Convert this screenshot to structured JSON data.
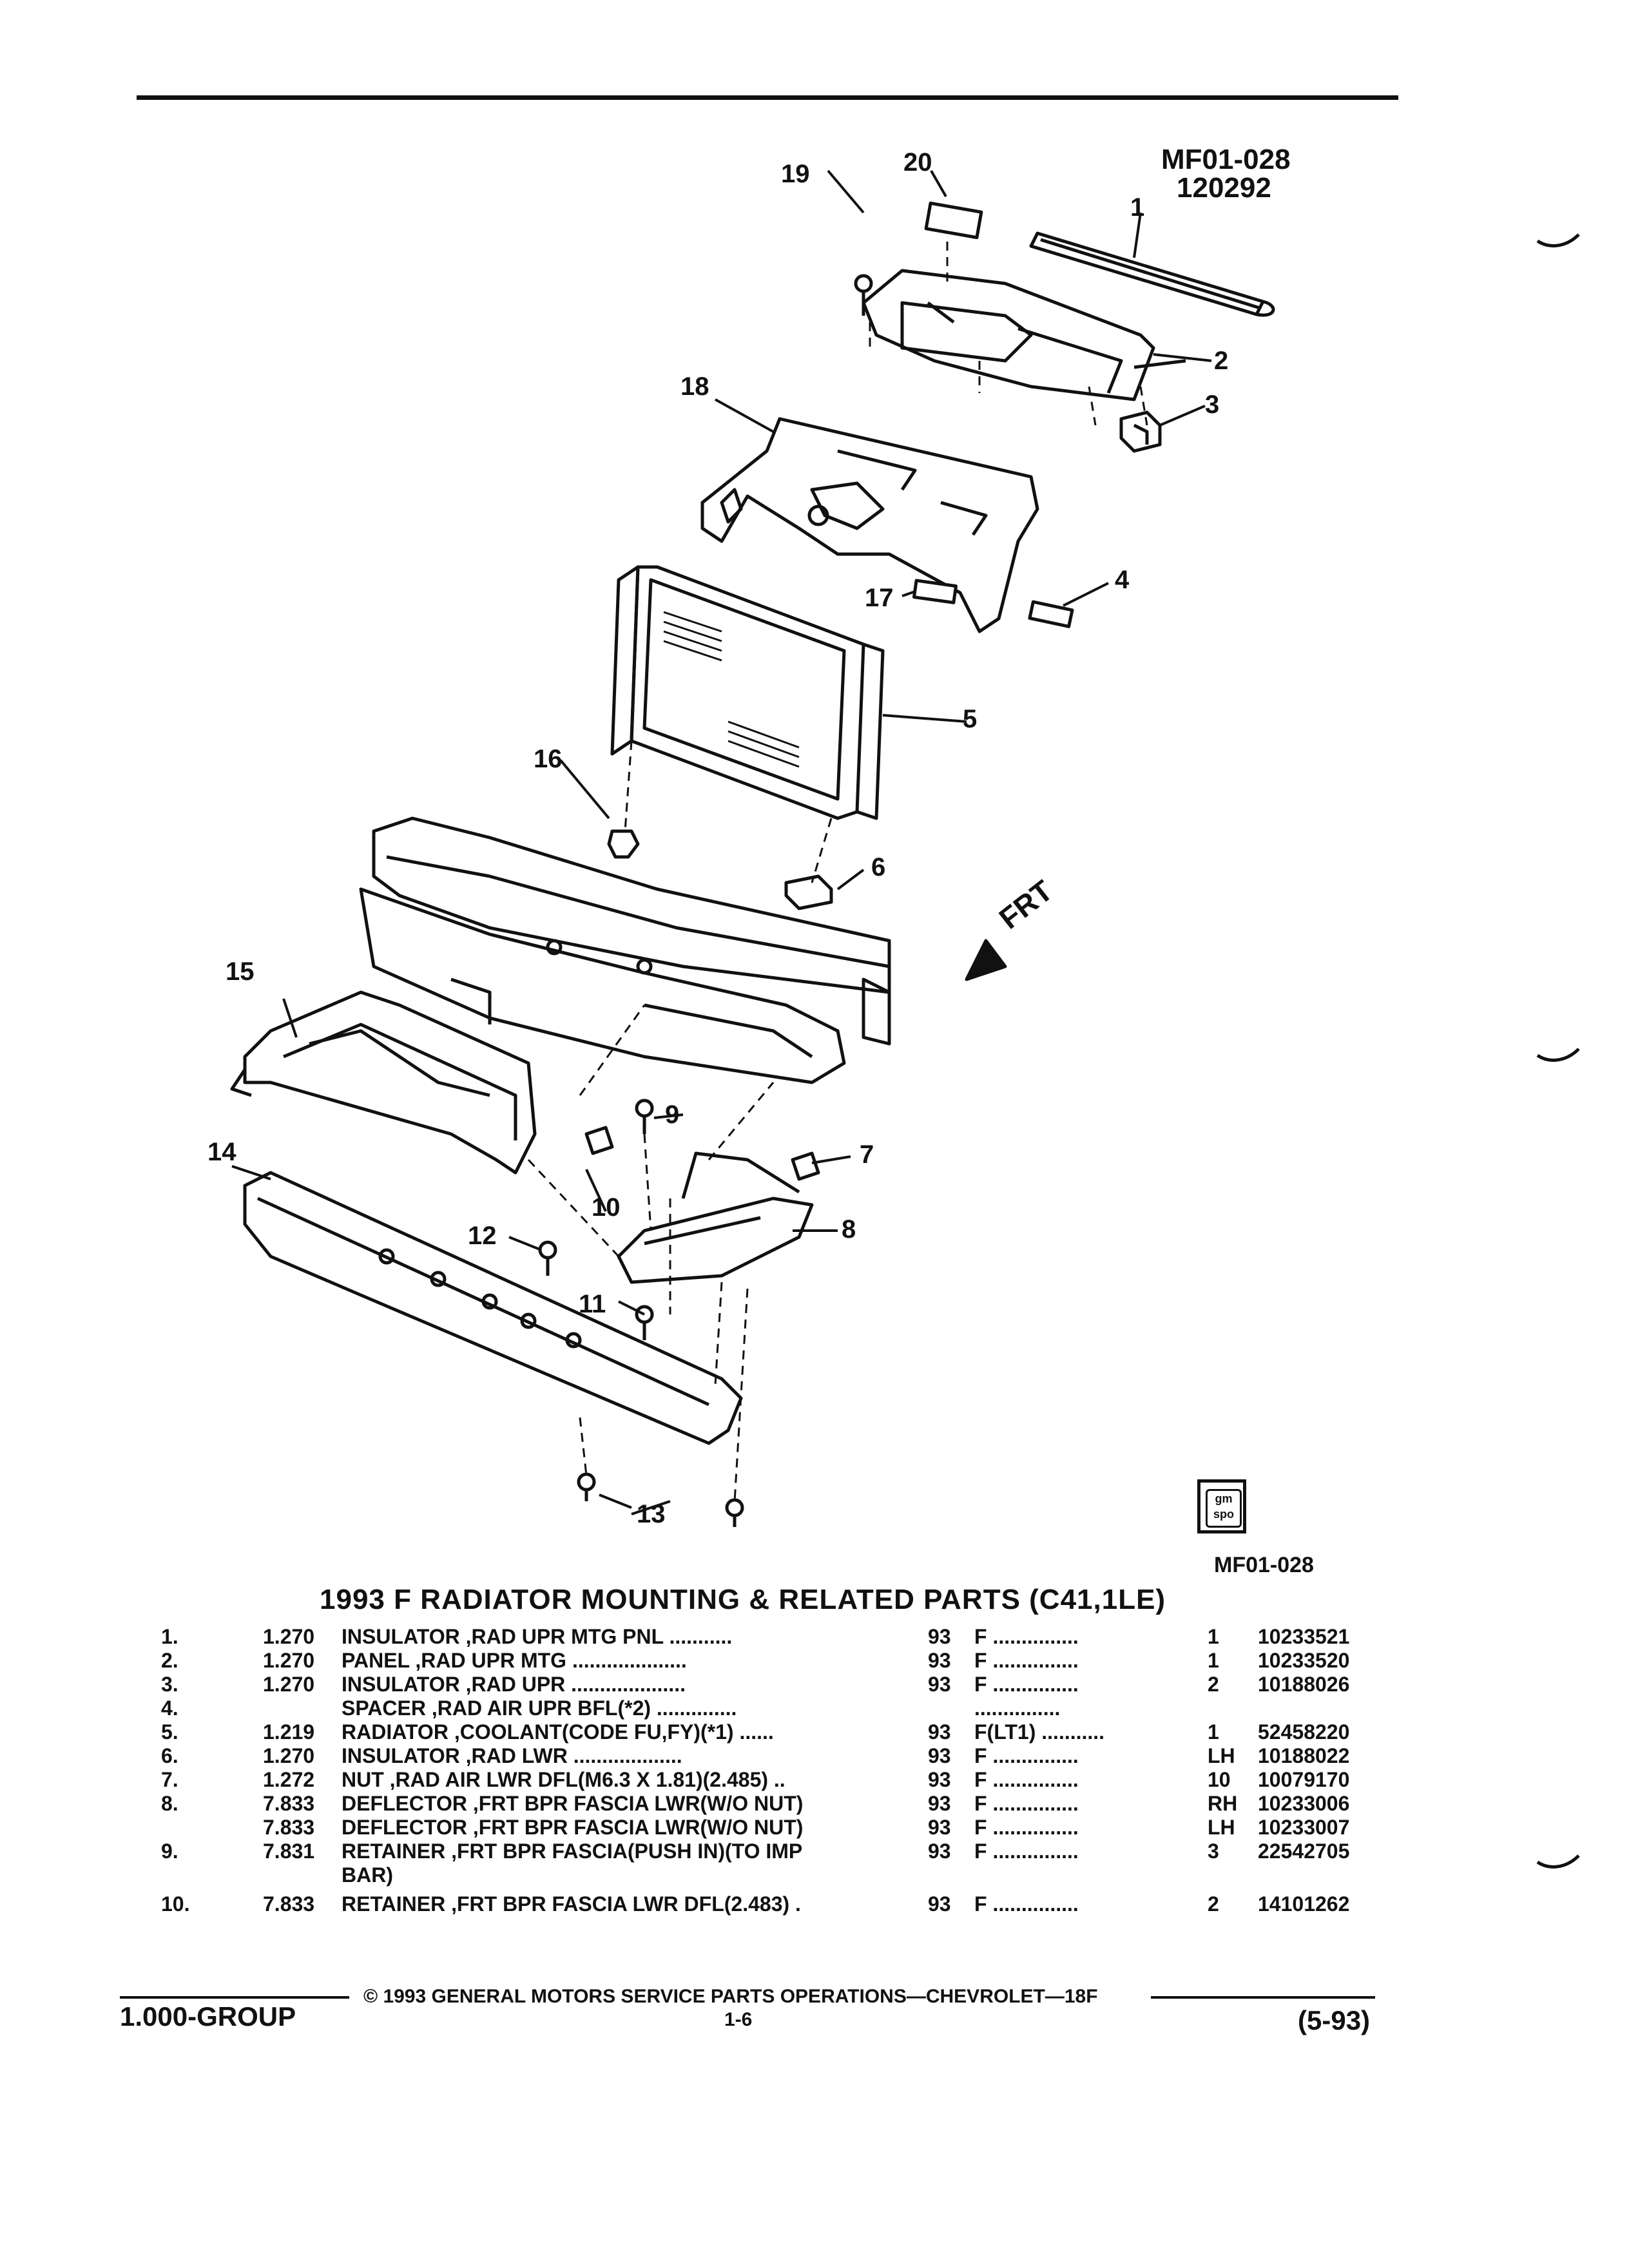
{
  "diagram": {
    "ref_id": "MF01-028",
    "ref_date": "120292",
    "frt_label": "FRT",
    "callouts": [
      "1",
      "2",
      "3",
      "4",
      "5",
      "6",
      "7",
      "8",
      "9",
      "10",
      "11",
      "12",
      "13",
      "14",
      "15",
      "16",
      "17",
      "18",
      "19",
      "20"
    ],
    "logo_text": "gm spo",
    "logo_code": "MF01-028"
  },
  "table": {
    "title": "1993 F RADIATOR MOUNTING & RELATED PARTS (C41,1LE)",
    "rows": [
      {
        "num": "1.",
        "group": "1.270",
        "desc": "INSULATOR ,RAD UPR MTG PNL ...........",
        "year": "93",
        "series": "F ...............",
        "qty": "1",
        "part": "10233521"
      },
      {
        "num": "2.",
        "group": "1.270",
        "desc": "PANEL ,RAD UPR MTG ....................",
        "year": "93",
        "series": "F ...............",
        "qty": "1",
        "part": "10233520"
      },
      {
        "num": "3.",
        "group": "1.270",
        "desc": "INSULATOR ,RAD UPR ....................",
        "year": "93",
        "series": "F ...............",
        "qty": "2",
        "part": "10188026"
      },
      {
        "num": "4.",
        "group": "",
        "desc": "SPACER ,RAD AIR UPR BFL(*2) ..............",
        "year": "",
        "series": "...............",
        "qty": "",
        "part": ""
      },
      {
        "num": "5.",
        "group": "1.219",
        "desc": "RADIATOR ,COOLANT(CODE FU,FY)(*1) ......",
        "year": "93",
        "series": "F(LT1) ...........",
        "qty": "1",
        "part": "52458220"
      },
      {
        "num": "6.",
        "group": "1.270",
        "desc": "INSULATOR ,RAD LWR ...................",
        "year": "93",
        "series": "F ...............",
        "qty": "LH",
        "part": "10188022"
      },
      {
        "num": "7.",
        "group": "1.272",
        "desc": "NUT ,RAD AIR LWR DFL(M6.3 X 1.81)(2.485) ..",
        "year": "93",
        "series": "F ...............",
        "qty": "10",
        "part": "10079170"
      },
      {
        "num": "8.",
        "group": "7.833",
        "desc": "DEFLECTOR ,FRT BPR FASCIA LWR(W/O NUT)",
        "year": "93",
        "series": "F ...............",
        "qty": "RH",
        "part": "10233006"
      },
      {
        "num": "",
        "group": "7.833",
        "desc": "DEFLECTOR ,FRT BPR FASCIA LWR(W/O NUT)",
        "year": "93",
        "series": "F ...............",
        "qty": "LH",
        "part": "10233007"
      },
      {
        "num": "9.",
        "group": "7.831",
        "desc": "RETAINER ,FRT BPR FASCIA(PUSH IN)(TO IMP",
        "year": "93",
        "series": "F ...............",
        "qty": "3",
        "part": "22542705"
      },
      {
        "num": "",
        "group": "",
        "desc": "BAR)",
        "year": "",
        "series": "",
        "qty": "",
        "part": ""
      },
      {
        "num": "10.",
        "group": "7.833",
        "desc": "RETAINER ,FRT BPR FASCIA LWR DFL(2.483) .",
        "year": "93",
        "series": "F ...............",
        "qty": "2",
        "part": "14101262"
      }
    ]
  },
  "footer": {
    "group": "1.000-GROUP",
    "copyright": "© 1993 GENERAL MOTORS SERVICE PARTS OPERATIONS—CHEVROLET—18F",
    "page": "1-6",
    "date": "(5-93)"
  }
}
